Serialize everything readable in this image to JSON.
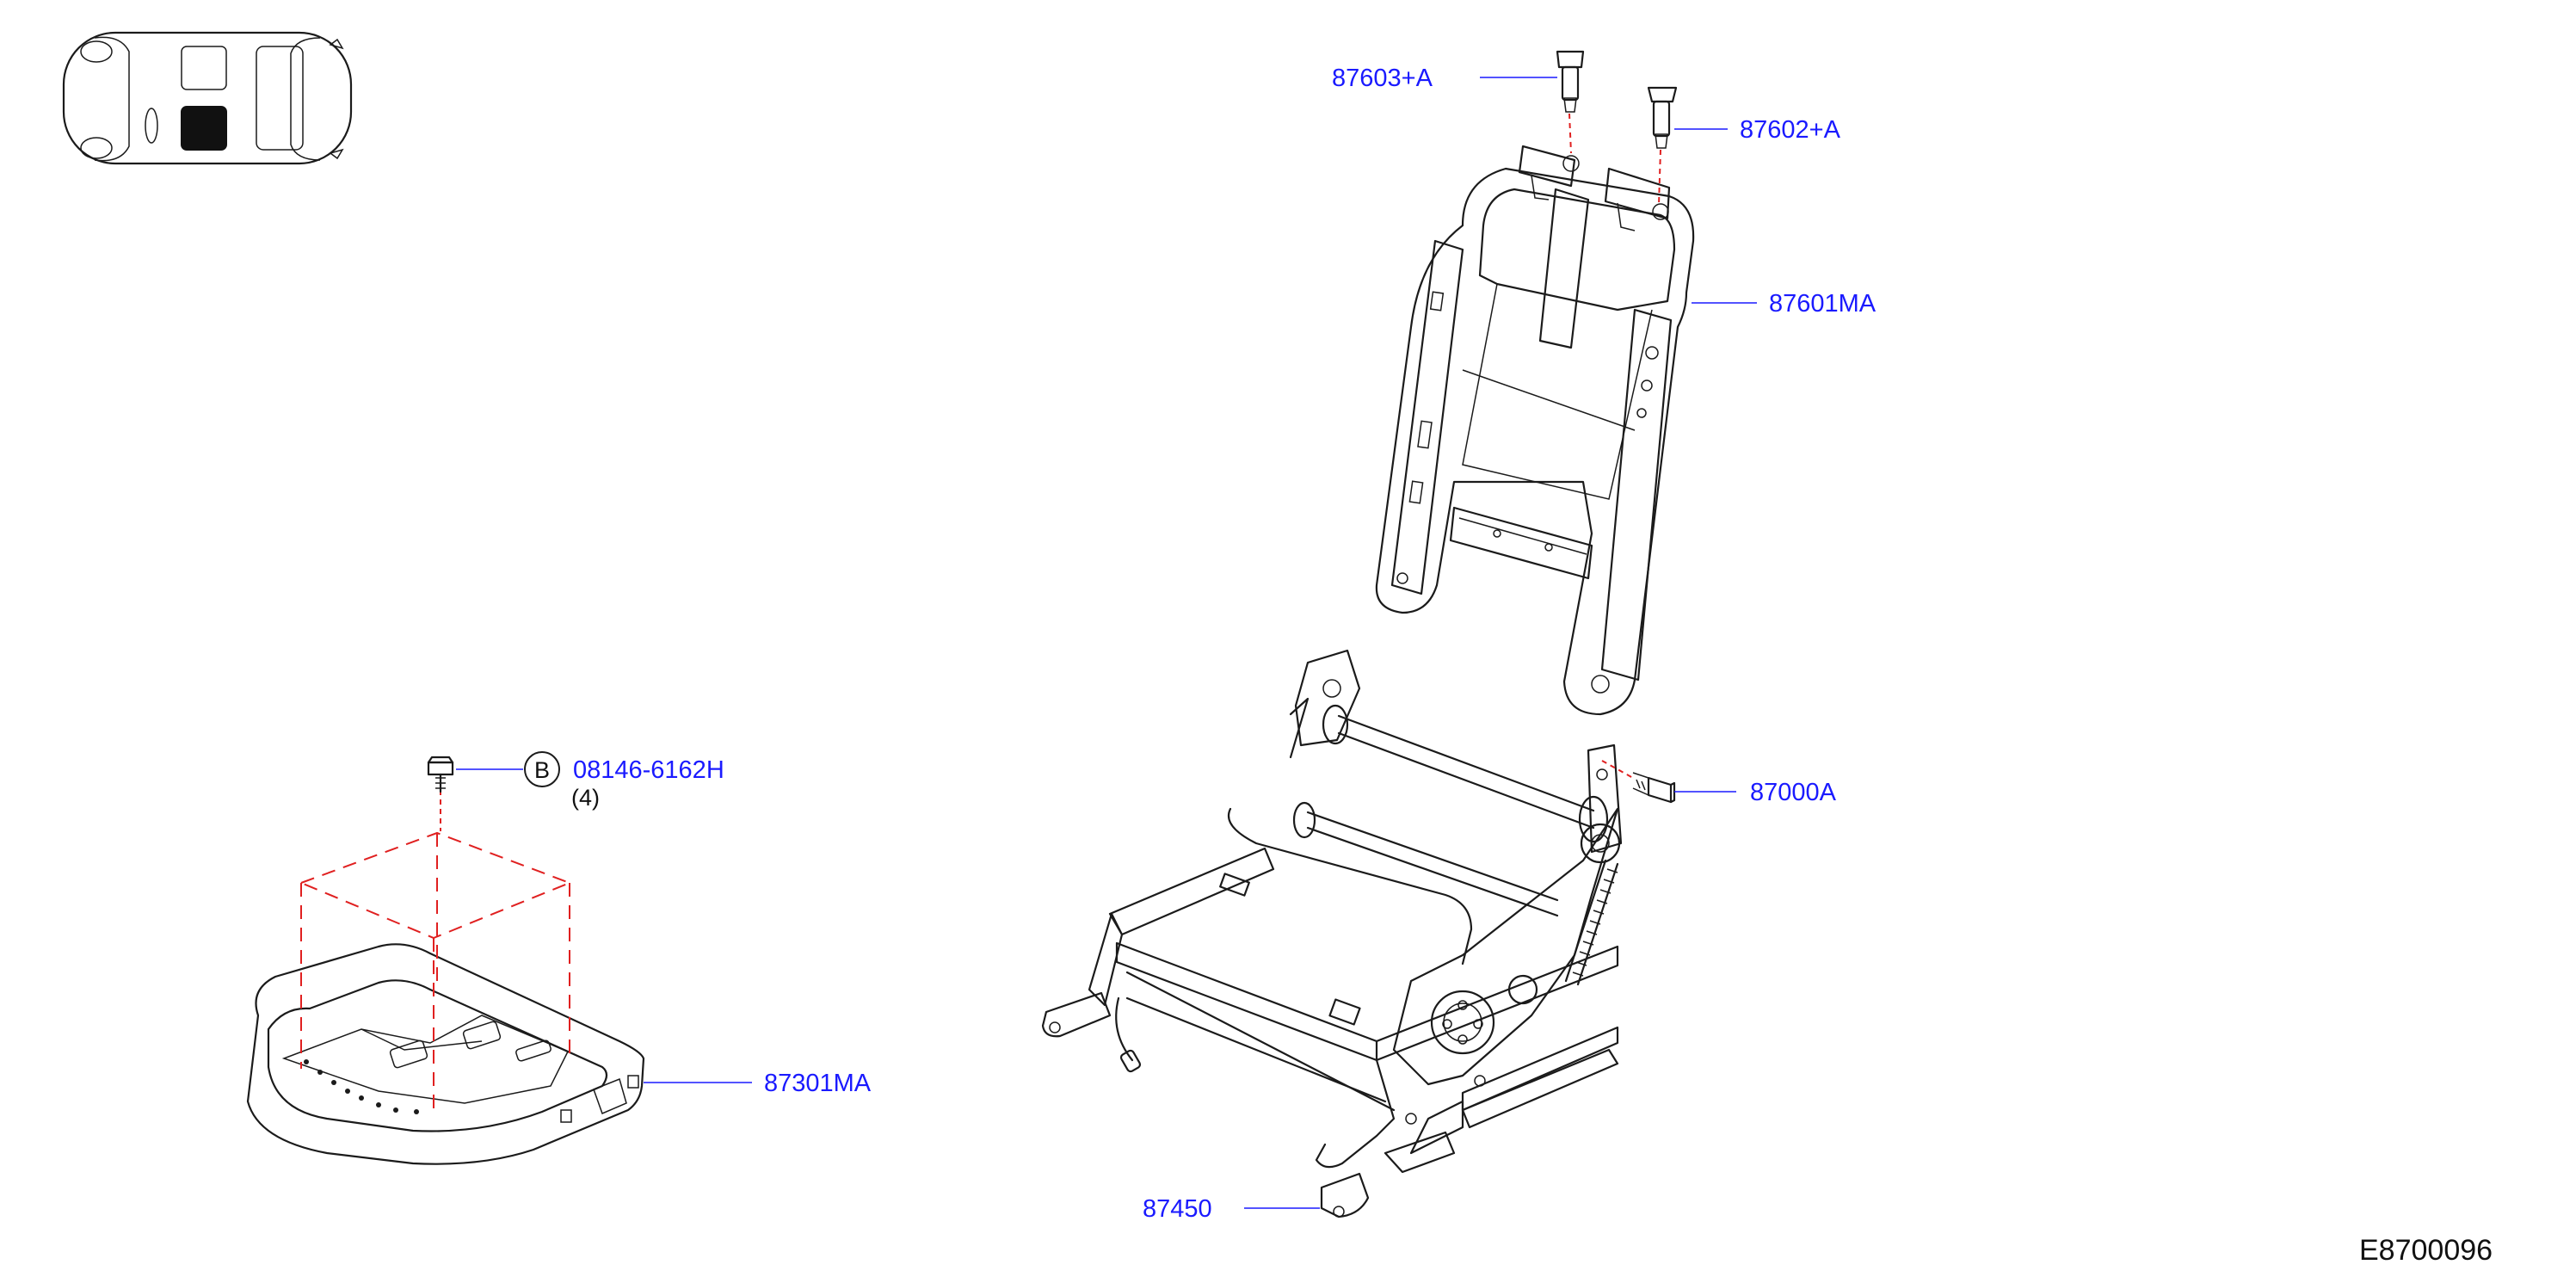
{
  "locator": {
    "icon": "vehicle-top-view-icon",
    "highlighted_position": "front-right-seat"
  },
  "callouts": {
    "p87603": "87603+A",
    "p87602": "87602+A",
    "p87601": "87601MA",
    "p87000": "87000A",
    "p87301": "87301MA",
    "p87450": "87450",
    "bolt_code": "08146-6162H",
    "bolt_marker": "B",
    "bolt_qty": "(4)"
  },
  "diagram_id": "E8700096",
  "colors": {
    "callout_text": "#1a1aff",
    "assembly_dash": "#e02020",
    "linework": "#1b1b1b"
  }
}
